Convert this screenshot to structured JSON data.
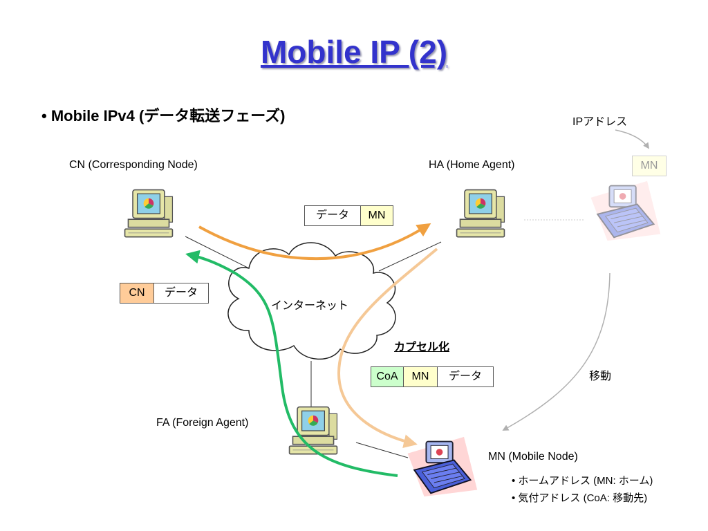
{
  "slide": {
    "title": "Mobile IP (2)",
    "bullet": "• Mobile IPv4 (データ転送フェーズ)"
  },
  "nodes": {
    "cn": "CN (Corresponding Node)",
    "ha": "HA (Home Agent)",
    "fa": "FA (Foreign Agent)",
    "mn": "MN (Mobile Node)"
  },
  "internet_label": "インターネット",
  "ip_address_label": "IPアドレス",
  "mn_ghost_label": "MN",
  "move_label": "移動",
  "encapsulation_label": "カプセル化",
  "packets": {
    "cn_to_ha": [
      {
        "text": "データ",
        "color": "#ffffff"
      },
      {
        "text": "MN",
        "color": "#ffffcc"
      }
    ],
    "reply": [
      {
        "text": "CN",
        "color": "#ffcc99"
      },
      {
        "text": "データ",
        "color": "#ffffff"
      }
    ],
    "tunnel": [
      {
        "text": "CoA",
        "color": "#ccffcc"
      },
      {
        "text": "MN",
        "color": "#ffffcc"
      },
      {
        "text": "データ",
        "color": "#ffffff"
      }
    ]
  },
  "mn_notes": [
    "• ホームアドレス (MN: ホーム)",
    "• 気付アドレス (CoA: 移動先)"
  ],
  "colors": {
    "title": "#3333cc",
    "arrow_cn_ha": "#f0a040",
    "arrow_tunnel": "#f5c896",
    "arrow_reply": "#22bb66",
    "move_arrow": "#b0b0b0"
  },
  "icons": {
    "cn": "desktop-computer-icon",
    "ha": "desktop-computer-icon",
    "fa": "desktop-computer-icon",
    "mn": "laptop-icon",
    "mn_ghost": "laptop-icon",
    "internet": "cloud-icon"
  }
}
